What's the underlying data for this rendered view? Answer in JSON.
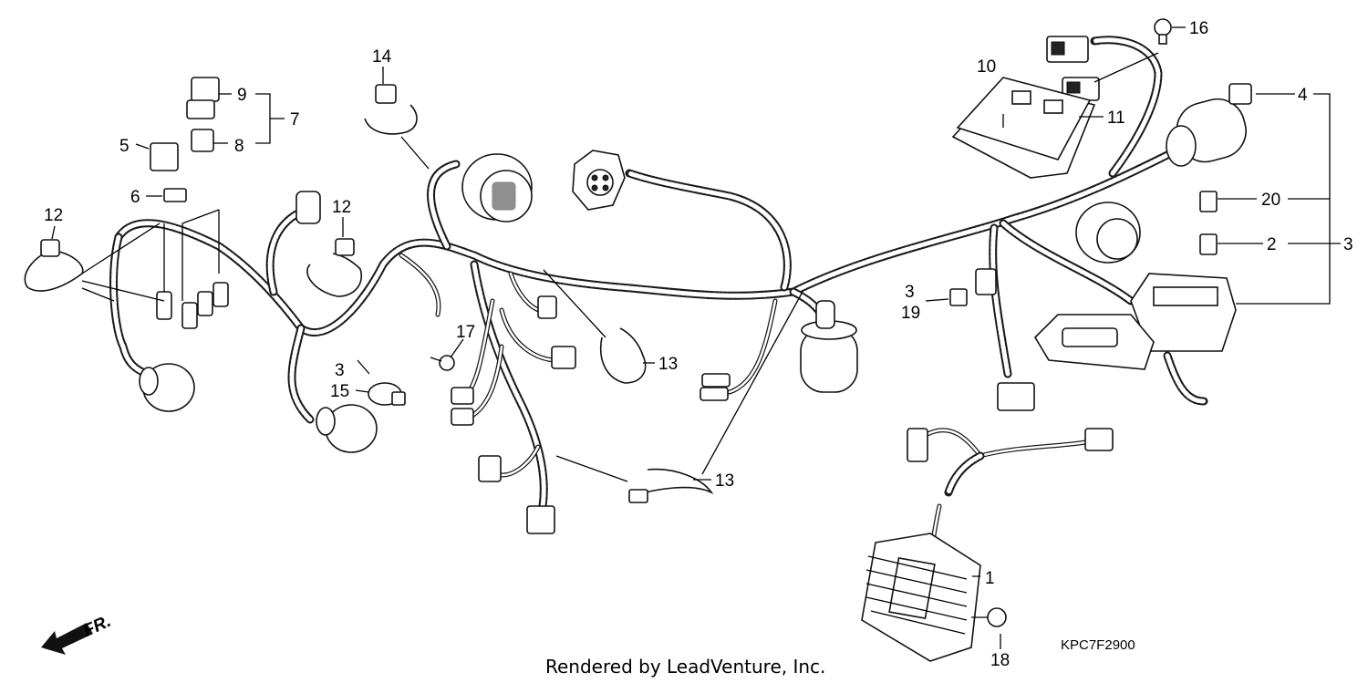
{
  "callouts": {
    "c1": "1",
    "c2": "2",
    "c3a": "3",
    "c3b": "3",
    "c3c": "3",
    "c4": "4",
    "c5": "5",
    "c6": "6",
    "c7": "7",
    "c8": "8",
    "c9": "9",
    "c10": "10",
    "c11": "11",
    "c12a": "12",
    "c12b": "12",
    "c13a": "13",
    "c13b": "13",
    "c14": "14",
    "c15": "15",
    "c16": "16",
    "c17": "17",
    "c18": "18",
    "c19": "19",
    "c20": "20"
  },
  "direction_label": "FR.",
  "diagram_code": "KPC7F2900",
  "credit": "Rendered by LeadVenture, Inc."
}
